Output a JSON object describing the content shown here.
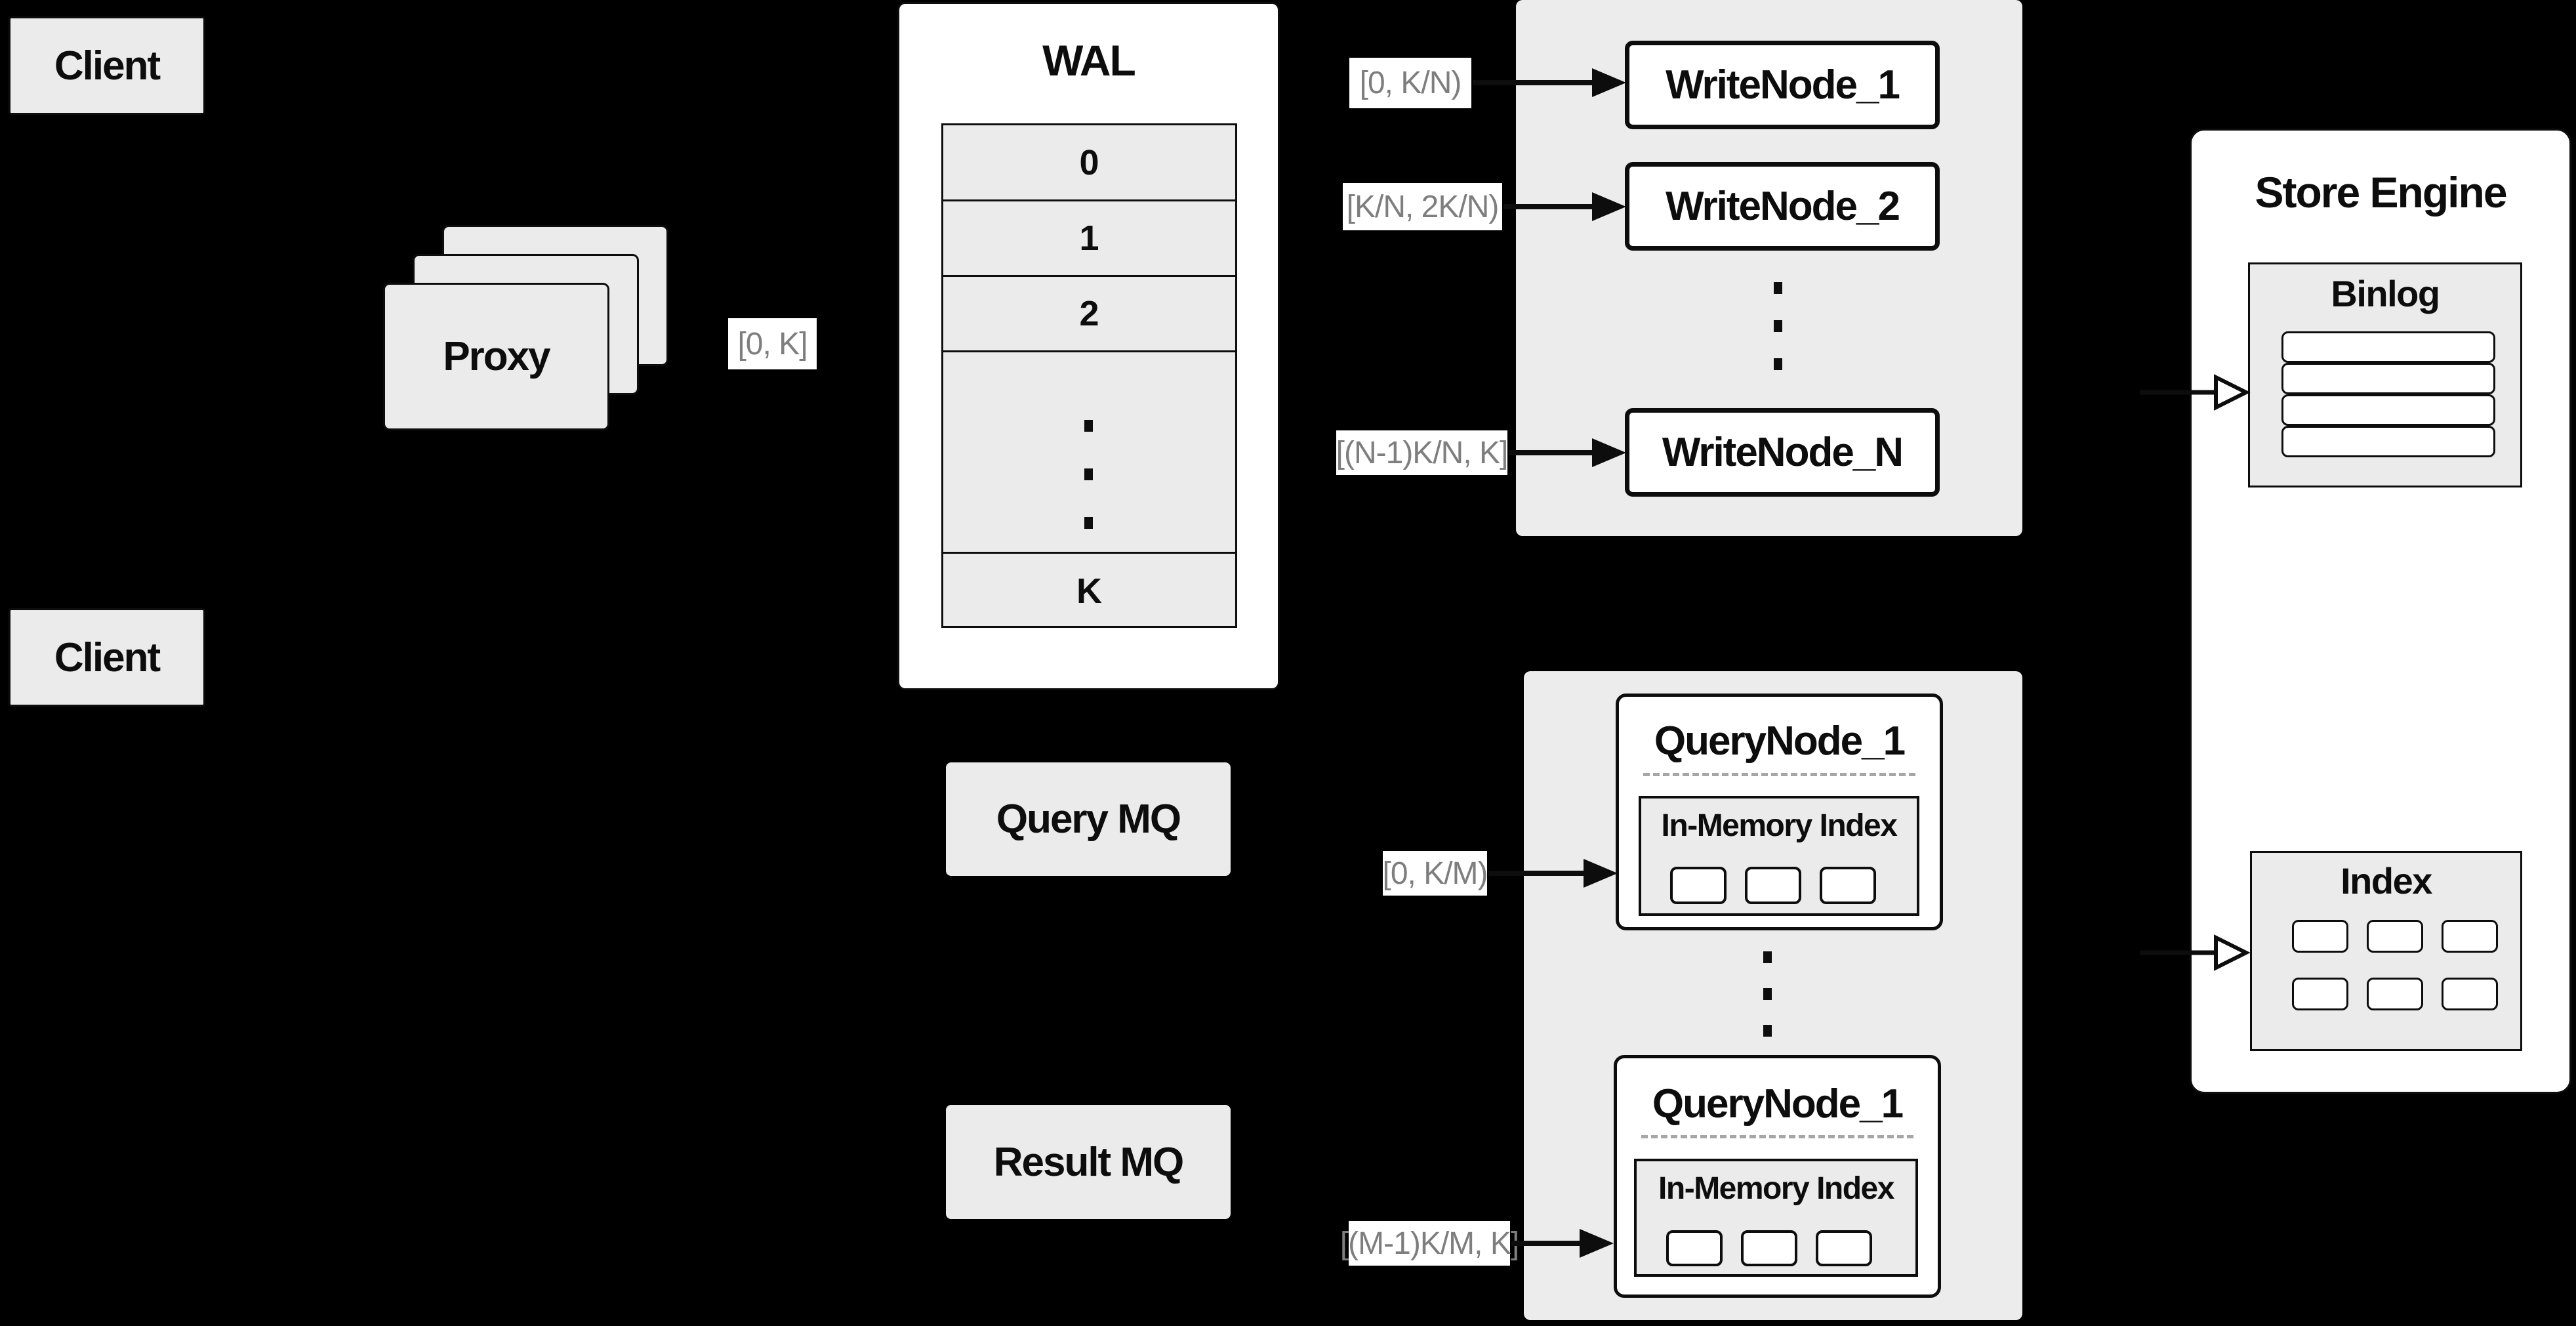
{
  "diagram": {
    "clients": {
      "top": "Client",
      "bottom": "Client"
    },
    "proxy": {
      "label": "Proxy"
    },
    "wal": {
      "title": "WAL",
      "rows": [
        "0",
        "1",
        "2"
      ],
      "last_row": "K"
    },
    "write_group": {
      "node_1": "WriteNode_1",
      "node_2": "WriteNode_2",
      "node_n": "WriteNode_N"
    },
    "mq": {
      "query": "Query MQ",
      "result": "Result MQ"
    },
    "query_group": {
      "top": {
        "title": "QueryNode_1",
        "index_title": "In-Memory Index"
      },
      "bottom": {
        "title": "QueryNode_1",
        "index_title": "In-Memory Index"
      }
    },
    "store_engine": {
      "title": "Store Engine",
      "binlog_title": "Binlog",
      "index_title": "Index"
    },
    "edge_labels": {
      "proxy_to_wal": "[0, K]",
      "wal_to_write_node_1": "[0, K/N)",
      "wal_to_write_node_2": "[K/N, 2K/N)",
      "wal_to_write_node_n": "[(N-1)K/N, K]",
      "query_mq_to_query_node": "[0, K/M)",
      "result_mq_to_query_node": "[(M-1)K/M, K]"
    },
    "colors": {
      "background": "#000000",
      "node_fill": "#ebebeb",
      "container_fill": "#ececec",
      "stroke": "#0d0d0d",
      "white": "#ffffff",
      "edge_label_text": "#7e7e7e",
      "dashed_divider": "#a6a6a6"
    }
  }
}
